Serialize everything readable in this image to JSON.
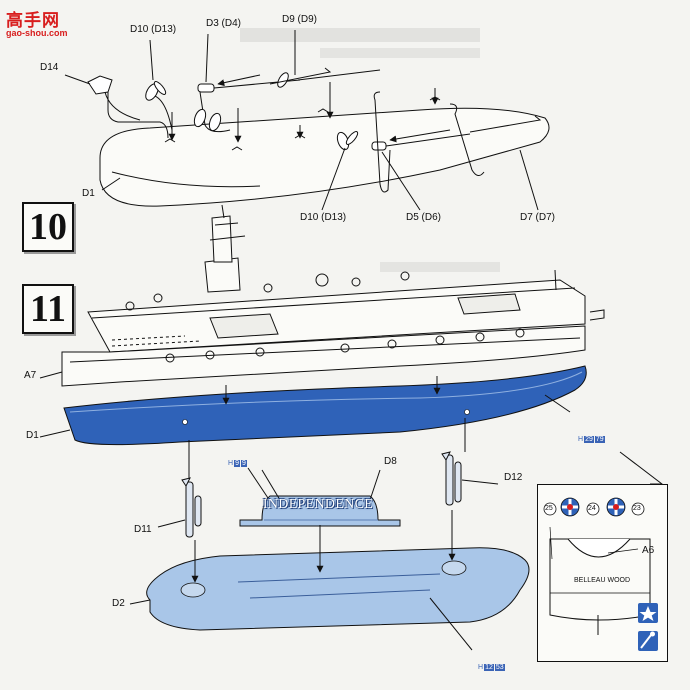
{
  "watermark": {
    "name": "高手网",
    "url": "gao-shou.com"
  },
  "steps": {
    "step10": "10",
    "step11": "11"
  },
  "labels": {
    "d10_d13_top": "D10 (D13)",
    "d3_d4": "D3 (D4)",
    "d9_d9": "D9 (D9)",
    "d14": "D14",
    "d1_top": "D1",
    "d10_d13_bottom": "D10 (D13)",
    "d5_d6": "D5 (D6)",
    "d7_d7": "D7 (D7)",
    "a7": "A7",
    "d1_hull": "D1",
    "d8": "D8",
    "d11": "D11",
    "d12": "D12",
    "d2": "D2",
    "a6": "A6"
  },
  "parts_codes": {
    "hull": {
      "prefix": "H",
      "nums": [
        "29",
        "79"
      ]
    },
    "nameplate": {
      "prefix": "H",
      "nums": [
        "9",
        "9"
      ]
    },
    "stand": {
      "prefix": "H",
      "nums": [
        "12",
        "53"
      ]
    }
  },
  "nameplate_text": "INDEPENDENCE",
  "inset": {
    "markers": [
      "25",
      "24",
      "23"
    ],
    "decal_text": "BELLEAU WOOD"
  },
  "colors": {
    "hull_blue": "#2f62b8",
    "stand_blue": "#a9c6e8",
    "nameplate_blue": "#a9c6e8",
    "watermark_red": "#d81e1e"
  },
  "icons": [
    "star-icon",
    "paint-brush-icon"
  ]
}
